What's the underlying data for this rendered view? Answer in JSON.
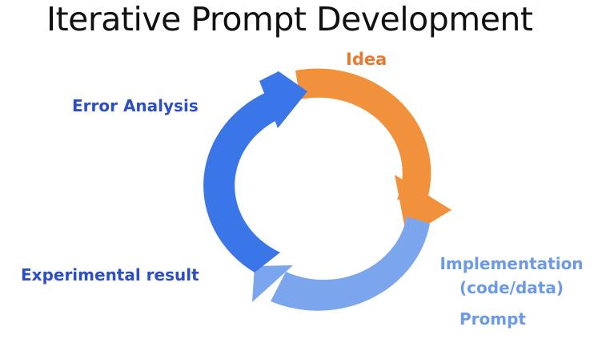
{
  "title": "Iterative Prompt Development",
  "stages": {
    "idea": "Idea",
    "implementation_line1": "Implementation",
    "implementation_line2": "(code/data)",
    "prompt": "Prompt",
    "experimental_result": "Experimental result",
    "error_analysis": "Error Analysis"
  },
  "colors": {
    "idea": "#F2913B",
    "implementation": "#7BA6EE",
    "error_analysis": "#3B76E8",
    "label_dark_blue": "#2C4FC8",
    "label_light_blue": "#6B9AE6",
    "label_orange": "#E8792E"
  }
}
